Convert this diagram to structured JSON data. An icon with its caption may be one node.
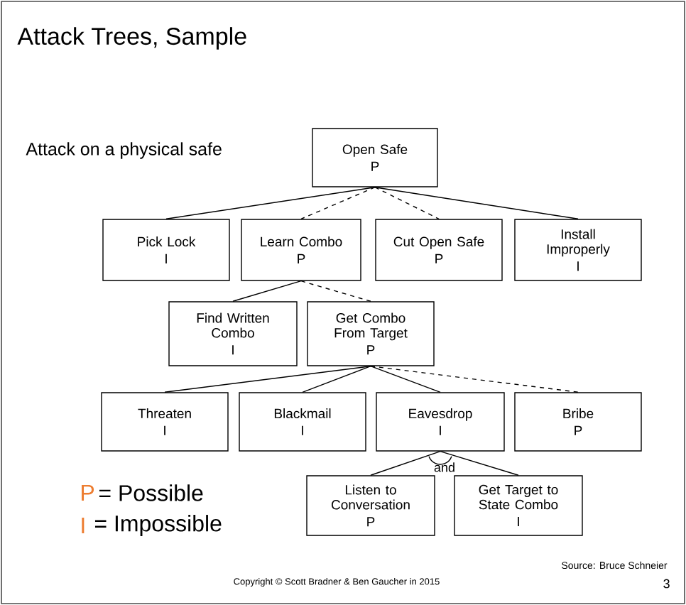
{
  "diagram": {
    "title": "Attack Trees, Sample",
    "nodes": [
      {
        "text": [
          "Open Safe",
          "P"
        ]
      },
      {
        "text": [
          "Pick Lock",
          "I"
        ]
      },
      {
        "text": [
          "Learn Combo",
          "P"
        ]
      },
      {
        "text": [
          "Cut Open Safe",
          "P"
        ]
      },
      {
        "text": [
          "Install Improperly",
          "I"
        ]
      },
      {
        "text": [
          "Find Written Combo",
          "I"
        ]
      },
      {
        "text": [
          "Get Combo From Target",
          "P"
        ]
      },
      {
        "text": [
          "Threaten",
          "I"
        ]
      },
      {
        "text": [
          "Blackmail",
          "I"
        ]
      },
      {
        "text": [
          "Eavesdrop",
          "I"
        ]
      },
      {
        "text": [
          "Bribe",
          "P"
        ]
      },
      {
        "text": [
          "Listen to Conversation",
          "P"
        ]
      },
      {
        "text": [
          "Get Target to State Combo",
          "I"
        ]
      }
    ],
    "edges": [
      {
        "from": 0,
        "to": 1,
        "arrow": "none"
      },
      {
        "from": 0,
        "to": 2,
        "arrow": "none",
        "style": "dashed"
      },
      {
        "from": 0,
        "to": 3,
        "arrow": "none",
        "style": "dashed"
      },
      {
        "from": 0,
        "to": 4,
        "arrow": "none"
      },
      {
        "from": 2,
        "to": 5,
        "arrow": "none"
      },
      {
        "from": 2,
        "to": 6,
        "arrow": "none",
        "style": "dashed"
      },
      {
        "from": 6,
        "to": 7,
        "arrow": "none"
      },
      {
        "from": 6,
        "to": 8,
        "arrow": "none"
      },
      {
        "from": 6,
        "to": 9,
        "arrow": "none"
      },
      {
        "from": 6,
        "to": 10,
        "arrow": "none",
        "style": "dashed"
      },
      {
        "from": 9,
        "to": 11,
        "arrow": "none"
      },
      {
        "from": 9,
        "to": 12,
        "arrow": "none"
      }
    ],
    "labels": [
      "Attack on a physical safe",
      "P",
      "= Possible",
      "I",
      "= Impossible",
      "and",
      "Source: Bruce Schneier",
      "Copyright © Scott Bradner & Ben Gaucher in 2015",
      "3"
    ]
  }
}
